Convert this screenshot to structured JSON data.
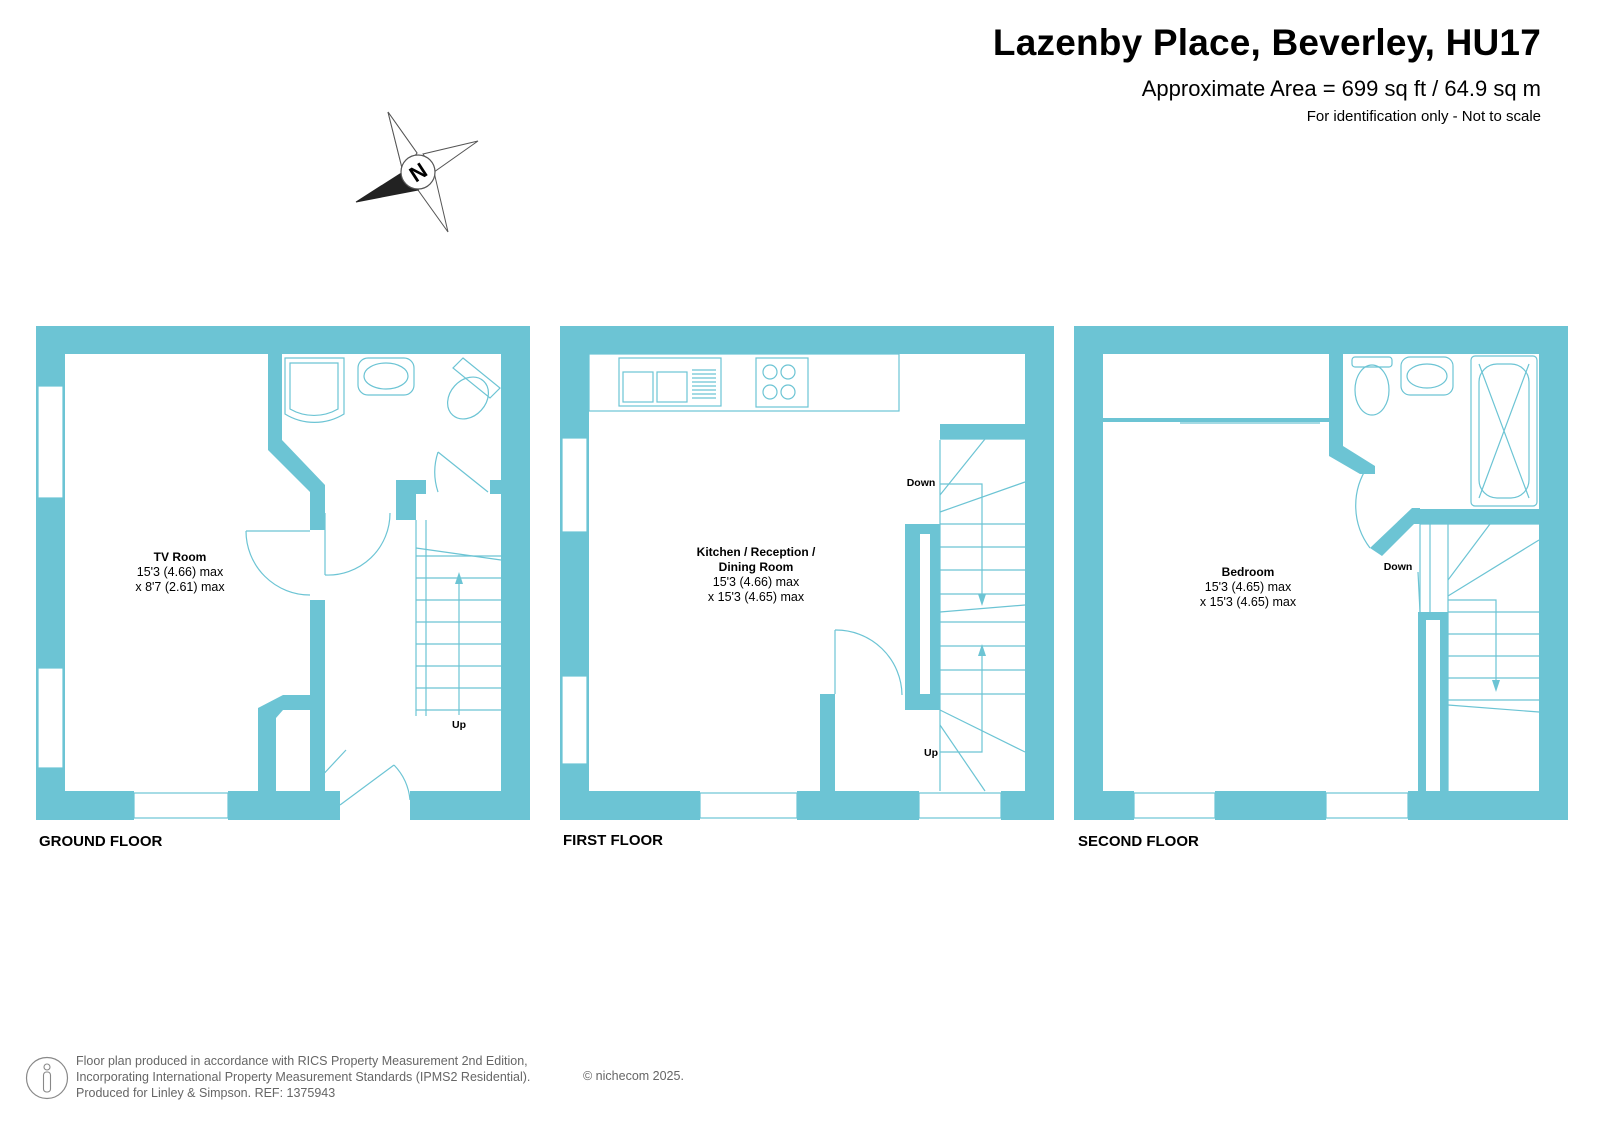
{
  "header": {
    "title": "Lazenby Place, Beverley, HU17",
    "area": "Approximate Area = 699 sq ft / 64.9 sq m",
    "note": "For identification only - Not to scale"
  },
  "compass": {
    "label": "N"
  },
  "colors": {
    "wall": "#6cc4d4",
    "fixture": "#6cc4d4",
    "text": "#000000",
    "footer_text": "#666666"
  },
  "floors": [
    {
      "label": "GROUND FLOOR",
      "rooms": [
        {
          "name": "TV Room",
          "dims": [
            "15'3 (4.66) max",
            "x 8'7 (2.61) max"
          ]
        }
      ],
      "stairs": [
        "Up"
      ]
    },
    {
      "label": "FIRST FLOOR",
      "rooms": [
        {
          "name": [
            "Kitchen / Reception /",
            "Dining Room"
          ],
          "dims": [
            "15'3 (4.66) max",
            "x 15'3 (4.65) max"
          ]
        }
      ],
      "stairs": [
        "Down",
        "Up"
      ]
    },
    {
      "label": "SECOND FLOOR",
      "rooms": [
        {
          "name": "Bedroom",
          "dims": [
            "15'3 (4.65) max",
            "x 15'3 (4.65) max"
          ]
        }
      ],
      "stairs": [
        "Down"
      ]
    }
  ],
  "footer": {
    "lines": [
      "Floor plan produced in accordance with RICS Property Measurement 2nd Edition,",
      "Incorporating International Property Measurement Standards (IPMS2 Residential).",
      "Produced for Linley & Simpson.   REF:  1375943"
    ],
    "copyright": "© nichecom 2025."
  }
}
